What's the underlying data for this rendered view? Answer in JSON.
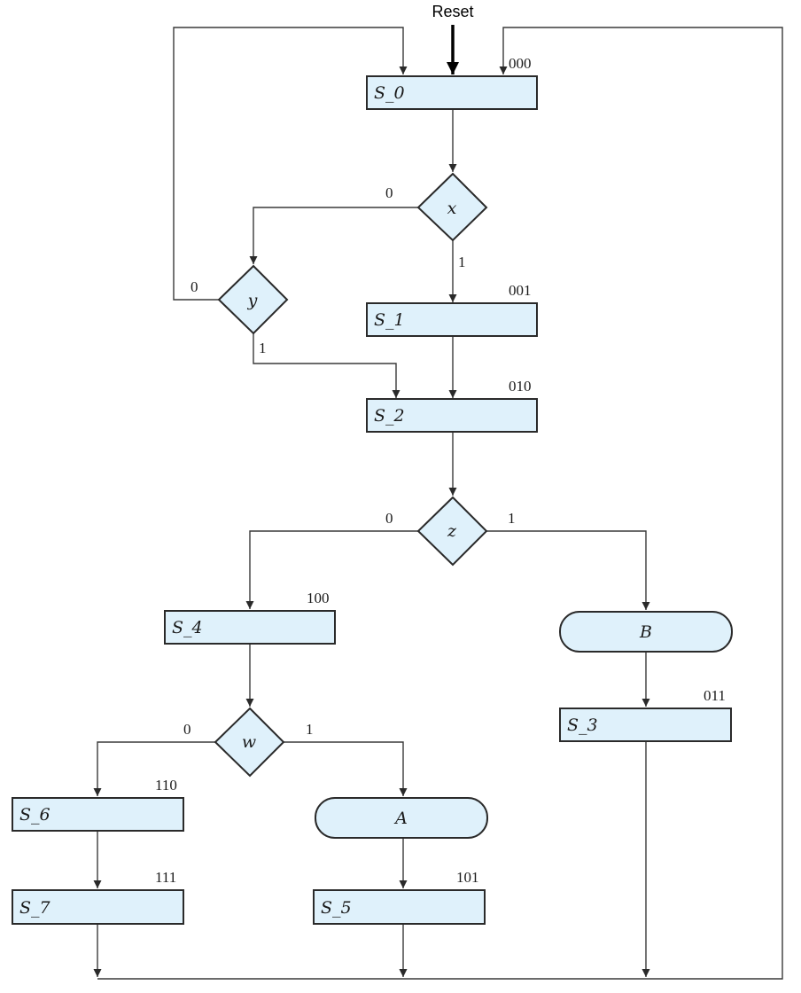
{
  "reset_label": "Reset",
  "states": {
    "s0": {
      "name": "S_0",
      "code": "000"
    },
    "s1": {
      "name": "S_1",
      "code": "001"
    },
    "s2": {
      "name": "S_2",
      "code": "010"
    },
    "s3": {
      "name": "S_3",
      "code": "011"
    },
    "s4": {
      "name": "S_4",
      "code": "100"
    },
    "s5": {
      "name": "S_5",
      "code": "101"
    },
    "s6": {
      "name": "S_6",
      "code": "110"
    },
    "s7": {
      "name": "S_7",
      "code": "111"
    }
  },
  "decisions": {
    "x": {
      "var": "x",
      "false_label": "0",
      "true_label": "1"
    },
    "y": {
      "var": "y",
      "false_label": "0",
      "true_label": "1"
    },
    "z": {
      "var": "z",
      "false_label": "0",
      "true_label": "1"
    },
    "w": {
      "var": "w",
      "false_label": "0",
      "true_label": "1"
    }
  },
  "outputs": {
    "a": {
      "label": "A"
    },
    "b": {
      "label": "B"
    }
  },
  "colors": {
    "box_fill": "#dff1fb",
    "stroke": "#2a2a2a"
  }
}
